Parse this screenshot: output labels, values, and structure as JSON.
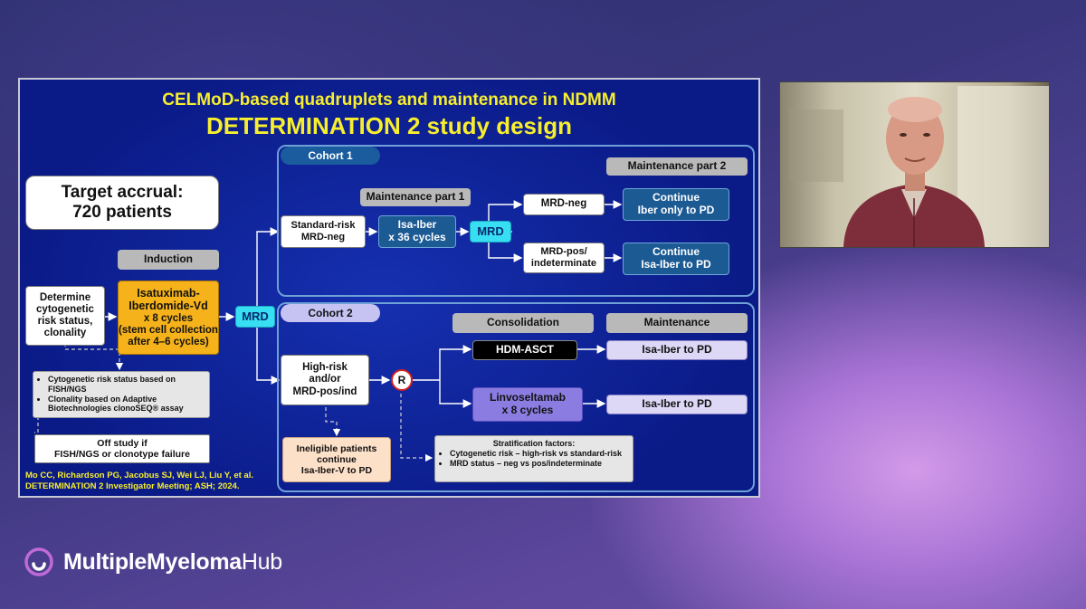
{
  "slide": {
    "title_line1": "CELMoD-based quadruplets and maintenance in NDMM",
    "title_line2": "DETERMINATION 2 study design",
    "target_accrual_line1": "Target accrual:",
    "target_accrual_line2": "720 patients",
    "induction_label": "Induction",
    "determine_box": [
      "Determine",
      "cytogenetic",
      "risk status,",
      "clonality"
    ],
    "regimen_box": [
      "Isatuximab-",
      "Iberdomide-Vd",
      "x 8 cycles",
      "(stem cell collection",
      "after 4–6 cycles)"
    ],
    "mrd_label": "MRD",
    "notes": [
      "Cytogenetic risk status based on FISH/NGS",
      "Clonality based on Adaptive Biotechnologies clonoSEQ® assay"
    ],
    "off_study": [
      "Off study if",
      "FISH/NGS or clonotype failure"
    ],
    "reference": [
      "Mo CC, Richardson PG, Jacobus SJ, Wei LJ, Liu Y, et al.",
      "DETERMINATION 2 Investigator Meeting; ASH; 2024."
    ],
    "cohort1": {
      "tag": "Cohort 1",
      "maint_part1": "Maintenance part 1",
      "maint_part2": "Maintenance part 2",
      "standard_risk": [
        "Standard-risk",
        "MRD-neg"
      ],
      "isa_iber": [
        "Isa-Iber",
        "x 36 cycles"
      ],
      "mrd": "MRD",
      "mrd_neg": "MRD-neg",
      "mrd_pos": [
        "MRD-pos/",
        "indeterminate"
      ],
      "continue_iber": [
        "Continue",
        "Iber only to PD"
      ],
      "continue_isa": [
        "Continue",
        "Isa-Iber to PD"
      ]
    },
    "cohort2": {
      "tag": "Cohort 2",
      "consolidation": "Consolidation",
      "maintenance": "Maintenance",
      "high_risk": [
        "High-risk",
        "and/or",
        "MRD-pos/ind"
      ],
      "randomize": "R",
      "hdm_asct": "HDM-ASCT",
      "linvo": [
        "Linvoseltamab",
        "x 8 cycles"
      ],
      "isa_iber_pd_1": "Isa-Iber to PD",
      "isa_iber_pd_2": "Isa-Iber to PD",
      "ineligible": [
        "Ineligible patients",
        "continue",
        "Isa-Iber-V to PD"
      ],
      "strat_title": "Stratification factors:",
      "strat_items": [
        "Cytogenetic risk – high-risk vs standard-risk",
        "MRD status – neg vs pos/indeterminate"
      ]
    }
  },
  "branding": {
    "name_bold": "MultipleMyeloma",
    "name_light": "Hub"
  },
  "colors": {
    "title_yellow": "#f7ee2e",
    "slide_blue": "#0a1a86",
    "accent_cyan": "#38dff2",
    "accent_orange": "#f5b21a"
  }
}
